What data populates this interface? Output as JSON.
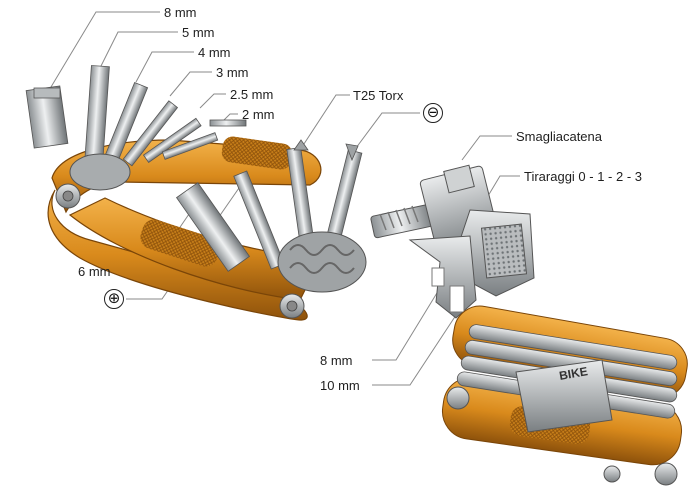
{
  "labels": {
    "hex8": "8 mm",
    "hex5": "5 mm",
    "hex4": "4 mm",
    "hex3": "3 mm",
    "hex2_5": "2.5 mm",
    "hex2": "2 mm",
    "torx": "T25 Torx",
    "flat_symbol": "⊖",
    "chain_tool": "Smagliacatena",
    "spoke": "Tiraraggi 0 - 1 - 2 - 3",
    "hex6": "6 mm",
    "phillips_symbol": "⊕",
    "wrench8": "8 mm",
    "wrench10": "10 mm",
    "folded_brand": "BIKE"
  },
  "colors": {
    "orange": "#d98a1c",
    "orange_dark": "#9a5a0c",
    "steel": "#c3c6c8",
    "steel_dark": "#7d8285",
    "leader": "#8a8a8a"
  }
}
